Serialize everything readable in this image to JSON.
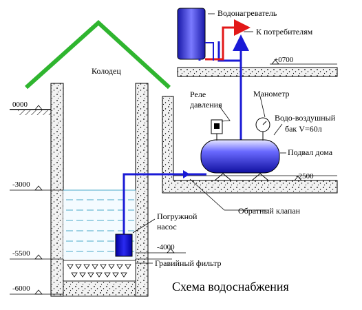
{
  "labels": {
    "well": "Колодец",
    "water_heater": "Водонагреватель",
    "to_consumers": "К потребителям",
    "pressure_relay_line1": "Реле",
    "pressure_relay_line2": "давления",
    "manometer": "Манометр",
    "tank_line1": "Водо-воздушный",
    "tank_line2": "бак V=60л",
    "basement": "Подвал дома",
    "check_valve": "Обратный клапан",
    "pump_line1": "Погружной",
    "pump_line2": "насос",
    "gravel_filter": "Гравийный фильтр",
    "title": "Схема водоснабжения"
  },
  "levels": {
    "ground": "0000",
    "water_level": "-3000",
    "well_level": "-5500",
    "bottom": "-6000",
    "pump_level": "-4000",
    "floor_level": "+0700",
    "basement_level": "-2500"
  },
  "colors": {
    "roof": "#2fb52f",
    "pipe": "#1a1ad6",
    "hot_pipe": "#e21818",
    "tank": "#2b2bd8",
    "water_line": "#4aa8c8",
    "ground": "#000000"
  },
  "icons": {
    "manometer": "gauge-icon",
    "relay": "pressure-switch-icon"
  }
}
